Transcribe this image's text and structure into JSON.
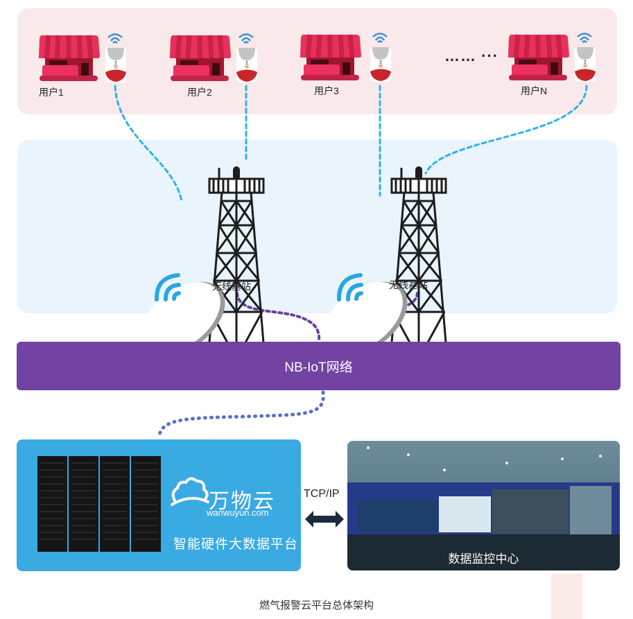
{
  "users": {
    "items": [
      {
        "label": "用户1"
      },
      {
        "label": "用户2"
      },
      {
        "label": "用户3"
      },
      {
        "label": "用户N"
      }
    ],
    "ellipsis": "…… ···"
  },
  "stations": {
    "items": [
      {
        "label": "无线基站"
      },
      {
        "label": "无线基站"
      }
    ]
  },
  "network": {
    "label": "NB-IoT网络"
  },
  "platform": {
    "logo_cn": "万物云",
    "logo_en": "wanwuyun.com",
    "label": "智能硬件大数据平台"
  },
  "link": {
    "label": "TCP/IP"
  },
  "monitor": {
    "label": "数据监控中心"
  },
  "caption": "燃气报警云平台总体架构",
  "colors": {
    "users_panel": "#f9e9ea",
    "stations_panel": "#e9f4fc",
    "network_bar": "#7243a2",
    "platform_box": "#3aaae2",
    "shop_red": "#e8315a",
    "alarm_red": "#c8262b",
    "wifi_blue": "#3b8fd9",
    "dash_blue": "#2db3e8",
    "dash_purple": "#6a3fa0",
    "arrow_navy": "#1c2b3c"
  }
}
